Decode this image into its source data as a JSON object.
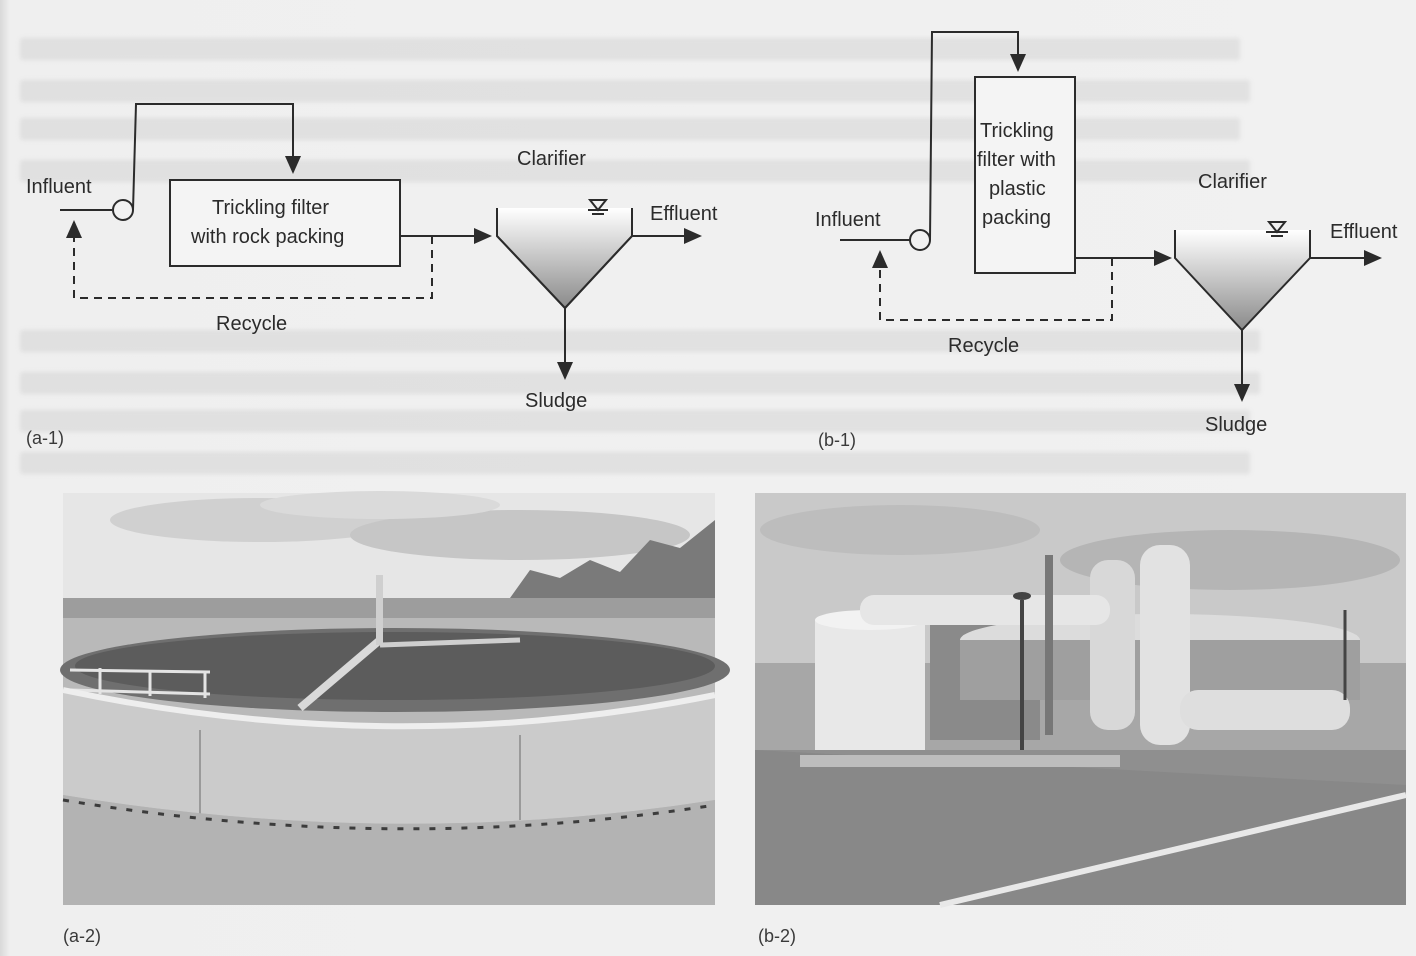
{
  "diagram_a": {
    "influent": "Influent",
    "filter_line1": "Trickling filter",
    "filter_line2": "with rock packing",
    "clarifier": "Clarifier",
    "effluent": "Effluent",
    "recycle": "Recycle",
    "sludge": "Sludge",
    "caption": "(a-1)"
  },
  "diagram_b": {
    "influent": "Influent",
    "filter_line1": "Trickling",
    "filter_line2": "filter with",
    "filter_line3": "plastic",
    "filter_line4": "packing",
    "clarifier": "Clarifier",
    "effluent": "Effluent",
    "recycle": "Recycle",
    "sludge": "Sludge",
    "caption": "(b-1)"
  },
  "photo_a": {
    "caption": "(a-2)"
  },
  "photo_b": {
    "caption": "(b-2)"
  },
  "colors": {
    "line": "#2b2b2b",
    "paper": "#f1f1f1"
  }
}
